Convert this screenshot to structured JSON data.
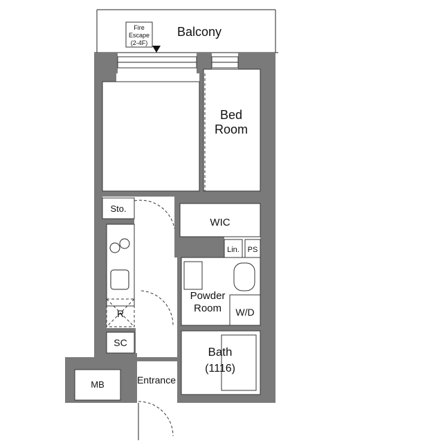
{
  "rooms": {
    "balcony": "Balcony",
    "fire_escape": [
      "Fire",
      "Escape",
      "(2-4F)"
    ],
    "bed_room": [
      "Bed",
      "Room"
    ],
    "sto": "Sto.",
    "wic": "WIC",
    "lin": "Lin.",
    "ps": "PS",
    "fridge": "R",
    "powder_room": [
      "Powder",
      "Room"
    ],
    "wd": "W/D",
    "sc": "SC",
    "bath": [
      "Bath",
      "(1116)"
    ],
    "mb": "MB",
    "entrance": "Entrance"
  },
  "colors": {
    "wall": "#7a7a7a",
    "line": "#222222",
    "background": "#ffffff"
  }
}
